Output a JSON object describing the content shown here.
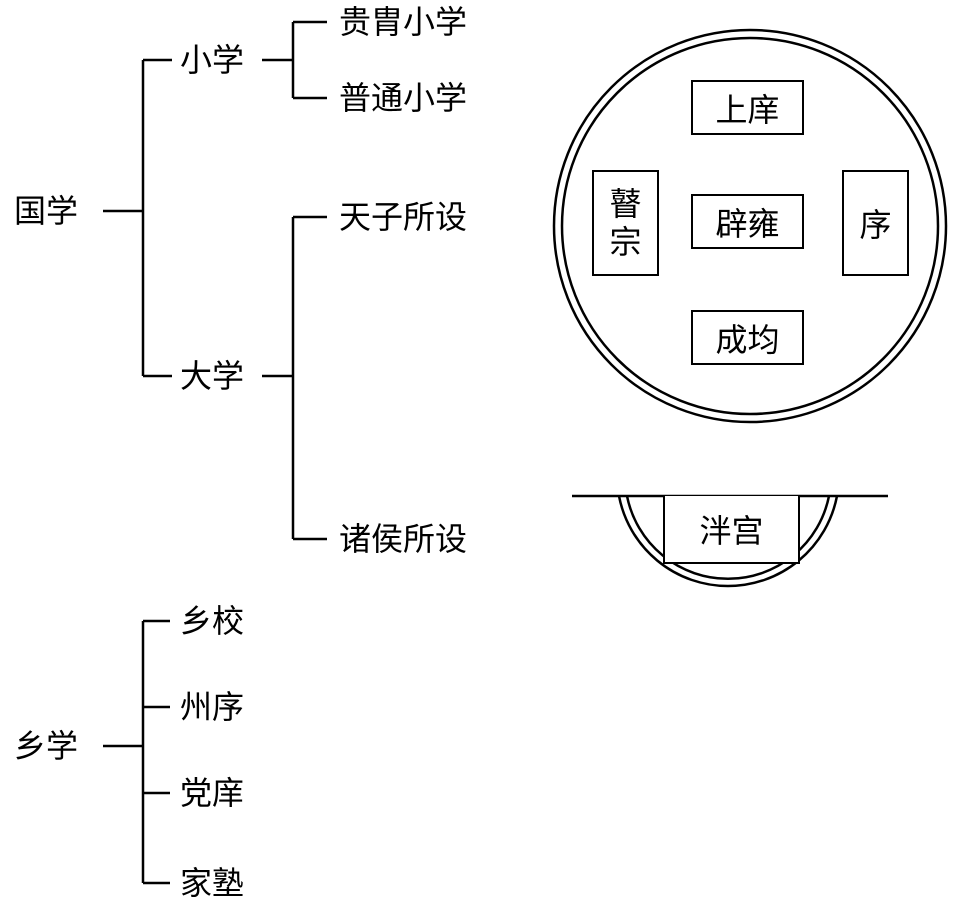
{
  "tree": {
    "guoxue": "国学",
    "xiaoxue": "小学",
    "guizhou": "贵胄小学",
    "putong": "普通小学",
    "daxue": "大学",
    "tianzi": "天子所设",
    "zhuhou": "诸侯所设",
    "xiangxue": "乡学",
    "xiangxiao": "乡校",
    "zhouxu": "州序",
    "dangxiang": "党庠",
    "jiashu": "家塾"
  },
  "circle": {
    "top": "上庠",
    "left_1": "瞽",
    "left_2": "宗",
    "center": "辟雍",
    "right": "序",
    "bottom": "成均"
  },
  "semicircle": {
    "label": "泮宫"
  }
}
